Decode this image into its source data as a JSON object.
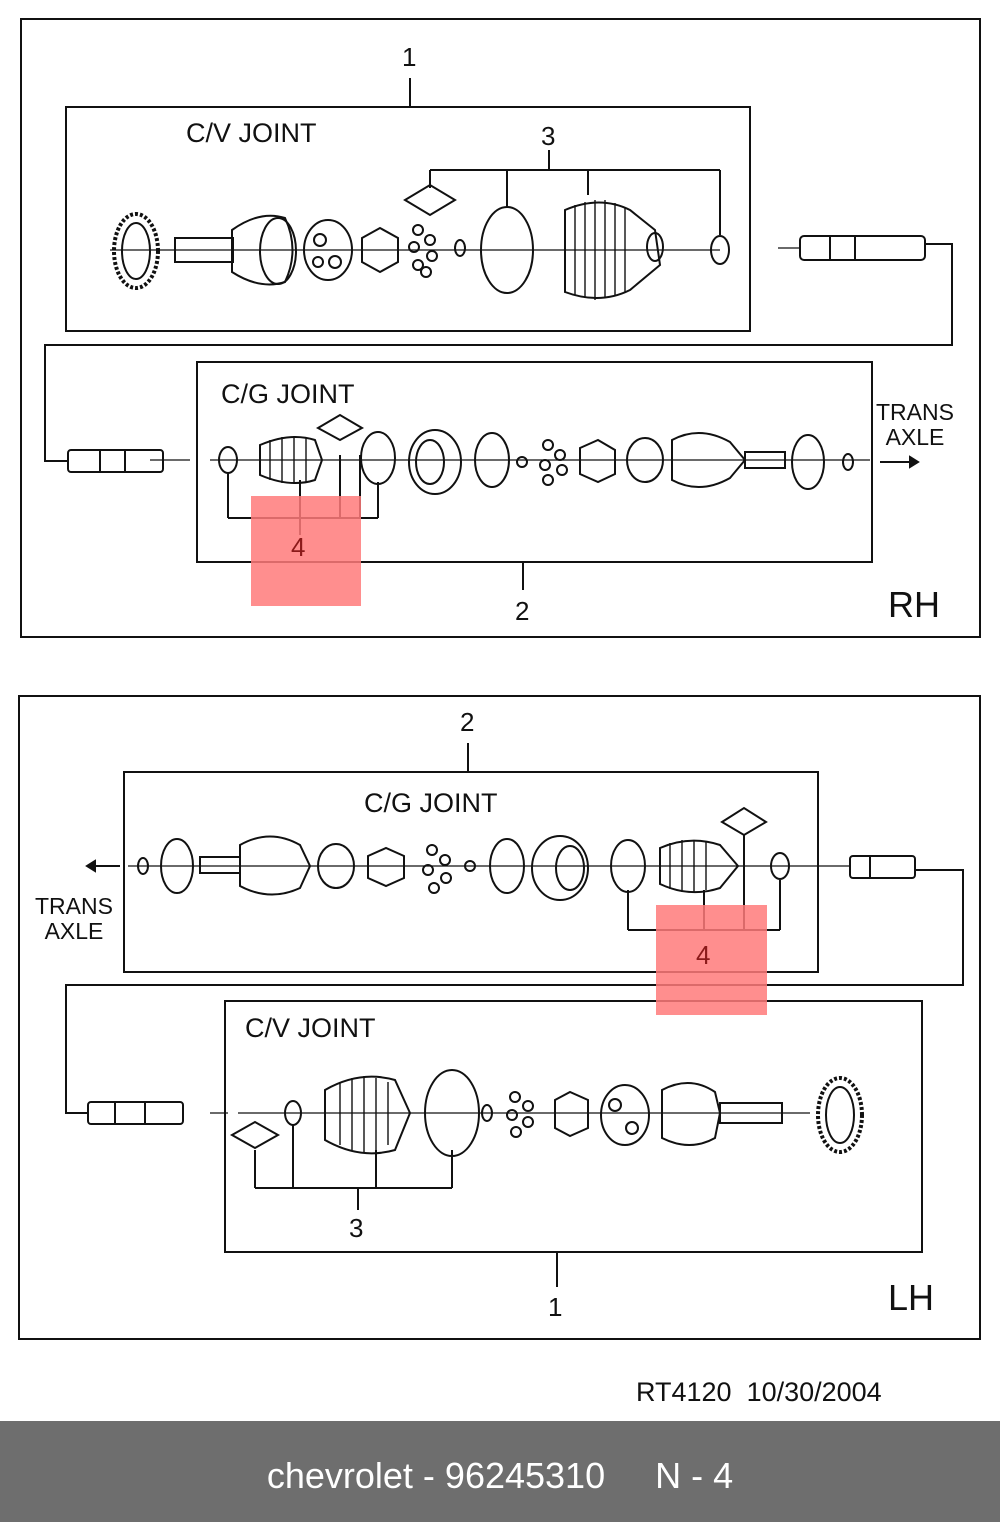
{
  "rh_panel": {
    "side_label": "RH",
    "cv_title": "C/V JOINT",
    "cg_title": "C/G JOINT",
    "callout_1": "1",
    "callout_2": "2",
    "callout_3": "3",
    "callout_4": "4",
    "trans_axle": "TRANS\nAXLE"
  },
  "lh_panel": {
    "side_label": "LH",
    "cv_title": "C/V JOINT",
    "cg_title": "C/G JOINT",
    "callout_1": "1",
    "callout_2": "2",
    "callout_3": "3",
    "callout_4": "4",
    "trans_axle": "TRANS\nAXLE"
  },
  "reference": "RT4120  10/30/2004",
  "footer": {
    "brand": "chevrolet",
    "part_number": "96245310",
    "position": "N - 4",
    "text": "chevrolet - 96245310     N - 4"
  },
  "colors": {
    "highlight": "#ff7a7a",
    "footer_bg": "#6e6e6e",
    "footer_text": "#ffffff",
    "callout_4_text": "#8b1a1a"
  }
}
